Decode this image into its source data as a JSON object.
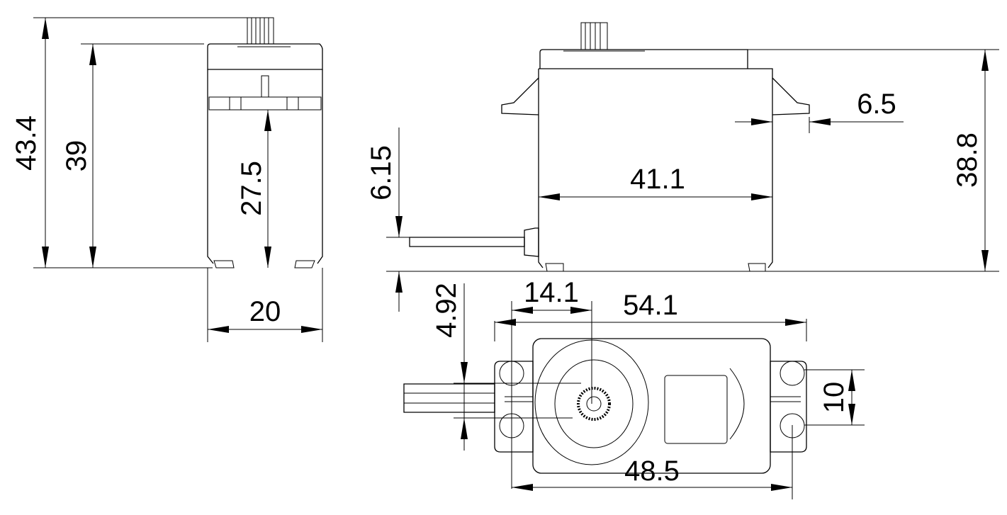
{
  "title": "Servo dimension drawing",
  "dimensions": {
    "overall_height": "43.4",
    "case_height": "39",
    "mount_height": "27.5",
    "width": "20",
    "side_height": "38.8",
    "case_length": "41.1",
    "flange_offset": "6.5",
    "cable_height": "6.15",
    "cable_width": "4.92",
    "shaft_offset": "14.1",
    "overall_length": "54.1",
    "hole_spacing_length": "48.5",
    "hole_spacing_width": "10"
  }
}
